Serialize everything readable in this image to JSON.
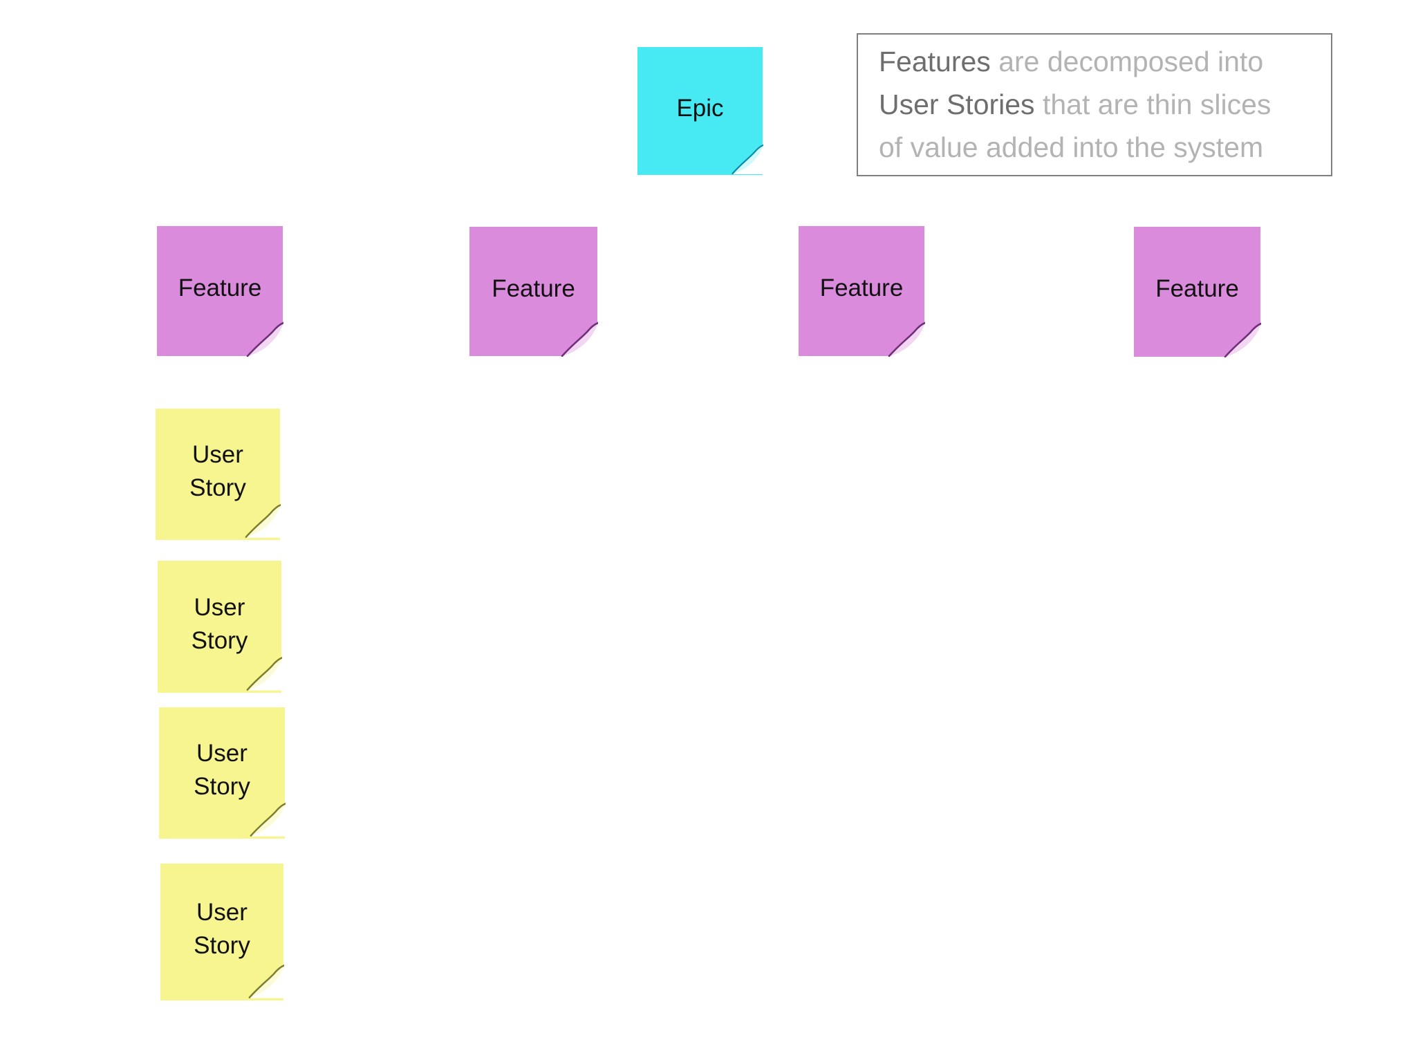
{
  "canvas": {
    "background": "#ffffff"
  },
  "note_types": {
    "epic": {
      "base": "#47EAF3",
      "fold_light": "#D2FAFC",
      "fold_mid": "#35C6D8",
      "fold_edge": "#0D89A4",
      "text_color": "#111111"
    },
    "feature": {
      "base": "#DA8BDC",
      "fold_light": "#F3D6F4",
      "fold_mid": "#C576C9",
      "fold_edge": "#6F2F78",
      "text_color": "#111111"
    },
    "story": {
      "base": "#F6F58F",
      "fold_light": "#FCFBD8",
      "fold_mid": "#E3E06F",
      "fold_edge": "#7D7D2A",
      "text_color": "#111111"
    }
  },
  "notes": [
    {
      "id": "epic",
      "type": "epic",
      "lines": [
        "Epic"
      ]
    },
    {
      "id": "feature-1",
      "type": "feature",
      "lines": [
        "Feature"
      ]
    },
    {
      "id": "feature-2",
      "type": "feature",
      "lines": [
        "Feature"
      ]
    },
    {
      "id": "feature-3",
      "type": "feature",
      "lines": [
        "Feature"
      ]
    },
    {
      "id": "feature-4",
      "type": "feature",
      "lines": [
        "Feature"
      ]
    },
    {
      "id": "user-story-1",
      "type": "story",
      "lines": [
        "User",
        "Story"
      ]
    },
    {
      "id": "user-story-2",
      "type": "story",
      "lines": [
        "User",
        "Story"
      ]
    },
    {
      "id": "user-story-3",
      "type": "story",
      "lines": [
        "User",
        "Story"
      ]
    },
    {
      "id": "user-story-4",
      "type": "story",
      "lines": [
        "User",
        "Story"
      ]
    }
  ],
  "annotation": {
    "border_color": "#7F7F7F",
    "strong_color": "#6E6E6E",
    "light_color": "#B3B3B3",
    "lines": [
      {
        "strong": "Features",
        "rest": " are decomposed into"
      },
      {
        "strong": "User Stories",
        "rest": " that are thin slices"
      },
      {
        "strong": "",
        "rest": "of value added into the system"
      }
    ]
  }
}
